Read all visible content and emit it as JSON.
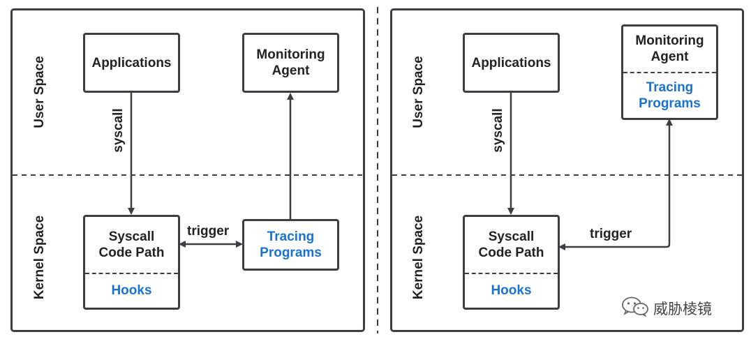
{
  "left": {
    "user_space": "User Space",
    "kernel_space": "Kernel Space",
    "applications": "Applications",
    "monitoring_agent": "Monitoring Agent",
    "syscall": "syscall",
    "syscall_code_path": "Syscall Code Path",
    "hooks": "Hooks",
    "trigger": "trigger",
    "tracing_programs": "Tracing Programs"
  },
  "right": {
    "user_space": "User Space",
    "kernel_space": "Kernel Space",
    "applications": "Applications",
    "monitoring_agent": "Monitoring Agent",
    "tracing_programs": "Tracing Programs",
    "syscall": "syscall",
    "syscall_code_path": "Syscall Code Path",
    "hooks": "Hooks",
    "trigger": "trigger"
  },
  "watermark": {
    "text": "威胁棱镜",
    "icon": "wechat-icon"
  },
  "colors": {
    "line": "#3d3d44",
    "accent": "#1a73d1"
  }
}
